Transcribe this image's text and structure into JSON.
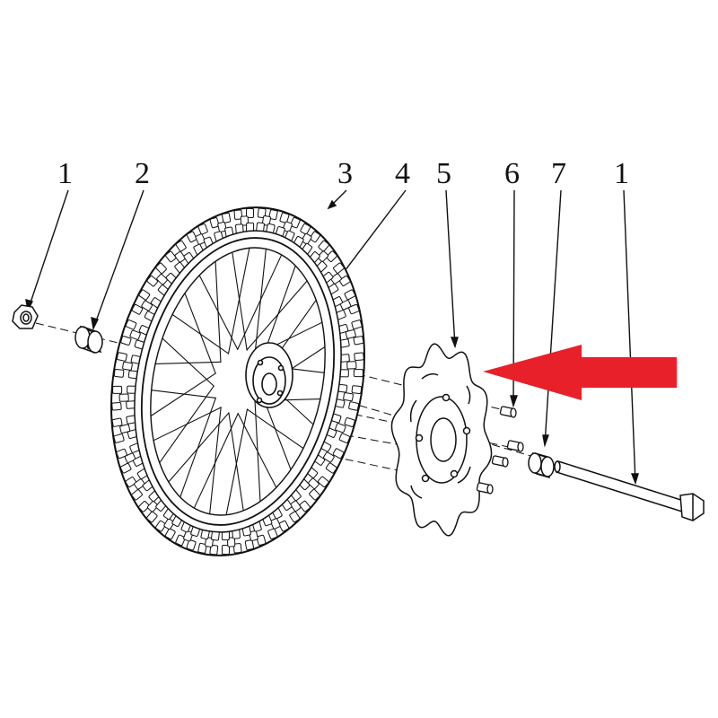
{
  "diagram": {
    "callouts": [
      {
        "id": "c1a",
        "label": "1"
      },
      {
        "id": "c2",
        "label": "2"
      },
      {
        "id": "c3",
        "label": "3"
      },
      {
        "id": "c4",
        "label": "4"
      },
      {
        "id": "c5",
        "label": "5"
      },
      {
        "id": "c6",
        "label": "6"
      },
      {
        "id": "c7",
        "label": "7"
      },
      {
        "id": "c1b",
        "label": "1"
      }
    ],
    "colors": {
      "ink": "#111111",
      "arrow": "#e8202a",
      "background": "#ffffff"
    },
    "highlight": {
      "target_callout": "5",
      "icon": "red-arrow-icon"
    }
  }
}
